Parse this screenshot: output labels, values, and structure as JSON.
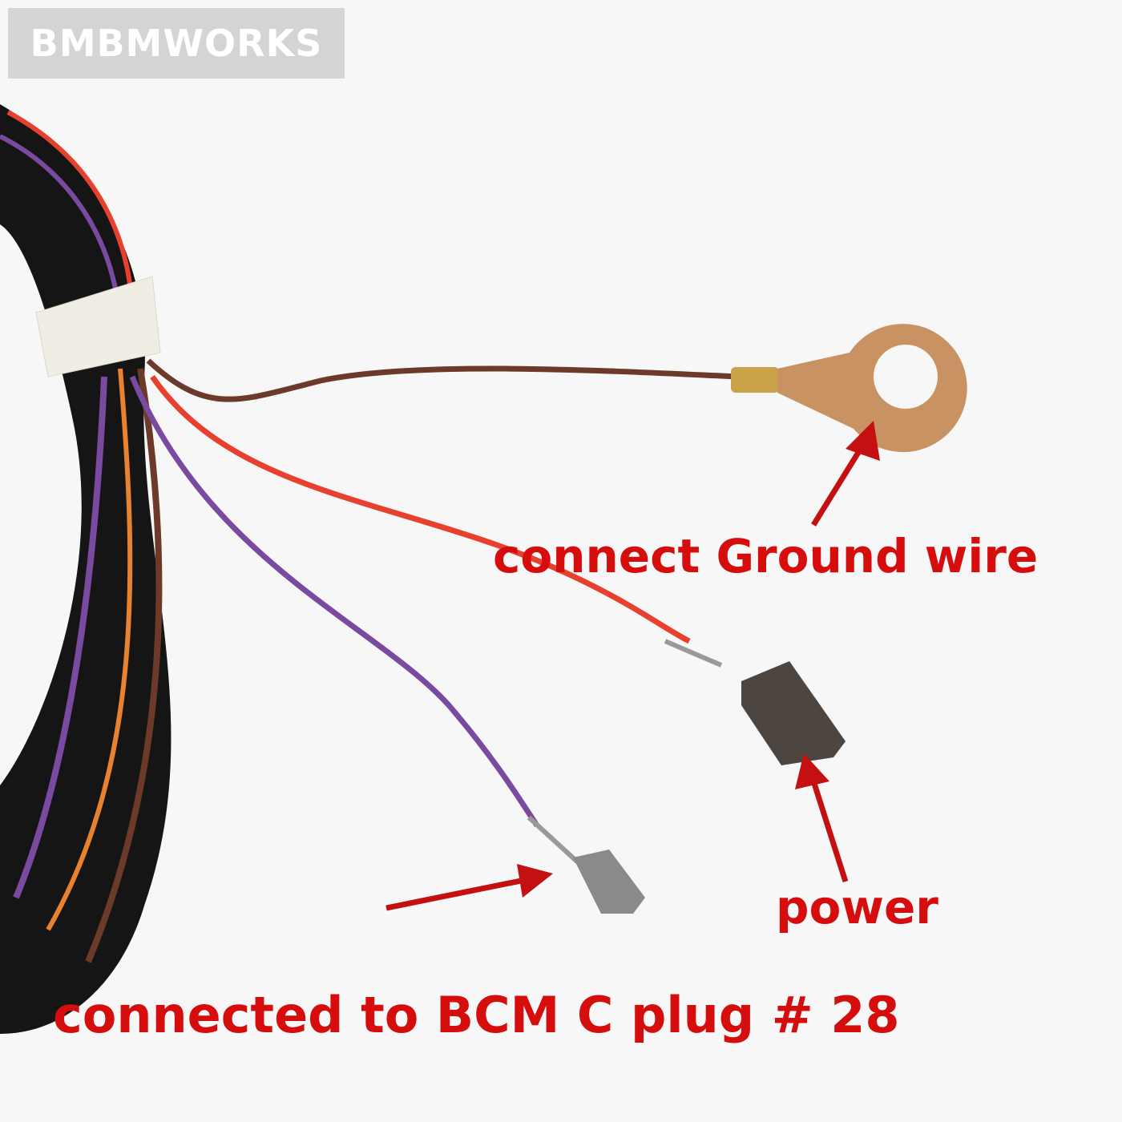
{
  "watermark": "BMBMWORKS",
  "labels": {
    "ground": "connect Ground wire",
    "power": "power",
    "bcm": "connected to BCM C plug # 28"
  },
  "colors": {
    "annotation": "#d50d0d",
    "brown_wire": "#6b3a2a",
    "red_wire": "#e8402e",
    "purple_wire": "#7a4aa0",
    "harness": "#151515"
  }
}
